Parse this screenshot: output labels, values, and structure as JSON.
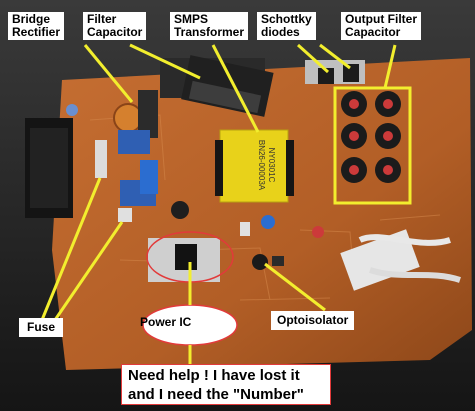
{
  "labels": {
    "bridge_rectifier": [
      "Bridge",
      "Rectifier"
    ],
    "filter_capacitor": [
      "Filter",
      "Capacitor"
    ],
    "smps_transformer": [
      "SMPS",
      "Transformer"
    ],
    "schottky_diodes": [
      "Schottky",
      "diodes"
    ],
    "output_filter_capacitor": [
      "Output Filter",
      "Capacitor"
    ],
    "fuse": "Fuse",
    "power_ic": "Power IC",
    "optoisolator": "Optoisolator"
  },
  "board_markings": {
    "transformer_code_1": "BN26-00003A",
    "transformer_code_2": "NY0301C"
  },
  "note": {
    "line1": "Need help ! I have lost it",
    "line2": "and I need  the \"Number\""
  },
  "colors": {
    "pcb": "#b8632a",
    "pcb_dark": "#8a4418",
    "arrow": "#f2ee2e",
    "highlight_box": "#f2ee2e",
    "red_circle": "#e23a3a",
    "transformer_yellow": "#e8d21a"
  }
}
